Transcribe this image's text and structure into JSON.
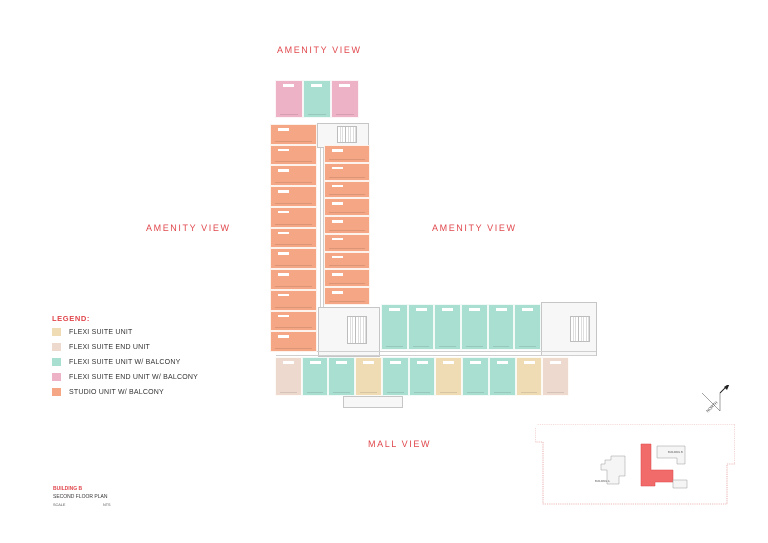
{
  "views": {
    "top": "AMENITY VIEW",
    "left": "AMENITY VIEW",
    "right": "AMENITY VIEW",
    "bottom": "MALL VIEW"
  },
  "legend": {
    "title": "LEGEND:",
    "items": [
      {
        "label": "FLEXI SUITE UNIT",
        "color": "#f0dcb4",
        "type": "flexi"
      },
      {
        "label": "FLEXI SUITE END UNIT",
        "color": "#eed9cf",
        "type": "flexi-end"
      },
      {
        "label": "FLEXI SUITE UNIT W/ BALCONY",
        "color": "#a9dfd1",
        "type": "flexi-balcony"
      },
      {
        "label": "FLEXI SUITE END UNIT W/ BALCONY",
        "color": "#eeb2c6",
        "type": "flexi-end-balcony"
      },
      {
        "label": "STUDIO UNIT W/ BALCONY",
        "color": "#f4a685",
        "type": "studio-balcony"
      }
    ]
  },
  "title_block": {
    "building": "BUILDING B",
    "plan": "SECOND FLOOR PLAN",
    "scale_label": "SCALE",
    "scale_value": "NTS"
  },
  "north_label": "NORTH",
  "keyplan": {
    "building_b": "BUILDING B",
    "building_a": "BUILDING A",
    "highlight_color": "#f26b6b"
  },
  "plan": {
    "top_row": [
      "flexi-end-balcony",
      "flexi-balcony",
      "flexi-end-balcony"
    ],
    "left_column_count": 11,
    "right_column_count": 9,
    "east_wing_count": 6,
    "bottom_row": [
      "flexi-end",
      "flexi-balcony",
      "flexi-balcony",
      "flexi",
      "flexi-balcony",
      "flexi-balcony",
      "flexi",
      "flexi-balcony",
      "flexi-balcony",
      "flexi",
      "flexi-end"
    ]
  }
}
